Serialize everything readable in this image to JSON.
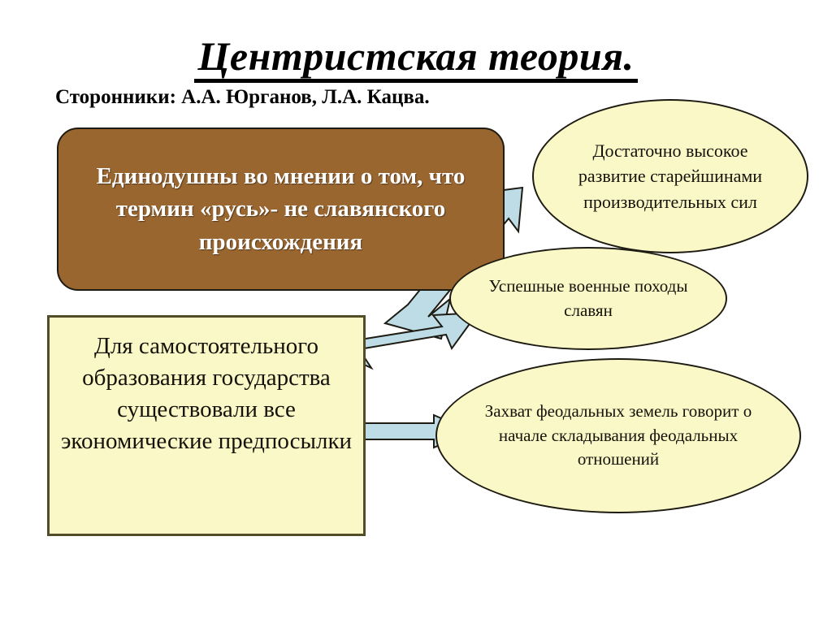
{
  "slide": {
    "title": "Центристская теория.",
    "subtitle": "Сторонники: А.А. Юрганов, Л.А. Кацва.",
    "background_color": "#ffffff"
  },
  "statement_box": {
    "text": "Единодушны во мнении о том, что термин «русь»- не славянского происхождения",
    "fill_color": "#9a6630",
    "text_color": "#ffffff",
    "border_color": "#1d1b12"
  },
  "premise_box": {
    "text": "Для самостоятельного образования государства существовали все экономические предпосылки",
    "fill_color": "#fbf8c8",
    "text_color": "#141209",
    "border_color": "#534c28"
  },
  "ellipses": [
    {
      "id": "ellipse-1",
      "text": "Достаточно высокое развитие старейшинами производительных сил",
      "fill_color": "#fbf8c8",
      "border_color": "#1d1b12"
    },
    {
      "id": "ellipse-2",
      "text": "Успешные военные походы славян",
      "fill_color": "#fbf8c8",
      "border_color": "#1d1b12"
    },
    {
      "id": "ellipse-3",
      "text": "Захват феодальных земель говорит о начале складывания феодальных отношений",
      "fill_color": "#fbf8c8",
      "border_color": "#1d1b12"
    }
  ],
  "arrows": [
    {
      "id": "arrow-1",
      "from": "statement-box",
      "to": "ellipse-1",
      "direction": "up-right",
      "fill_color": "#bedce6",
      "border_color": "#1d1b12"
    },
    {
      "id": "arrow-2",
      "from": "premise-box",
      "to": "ellipse-2",
      "direction": "up-right",
      "fill_color": "#bedce6",
      "border_color": "#1d1b12"
    },
    {
      "id": "arrow-3",
      "from": "premise-box",
      "to": "ellipse-3",
      "direction": "right",
      "fill_color": "#bedce6",
      "border_color": "#1d1b12"
    }
  ]
}
